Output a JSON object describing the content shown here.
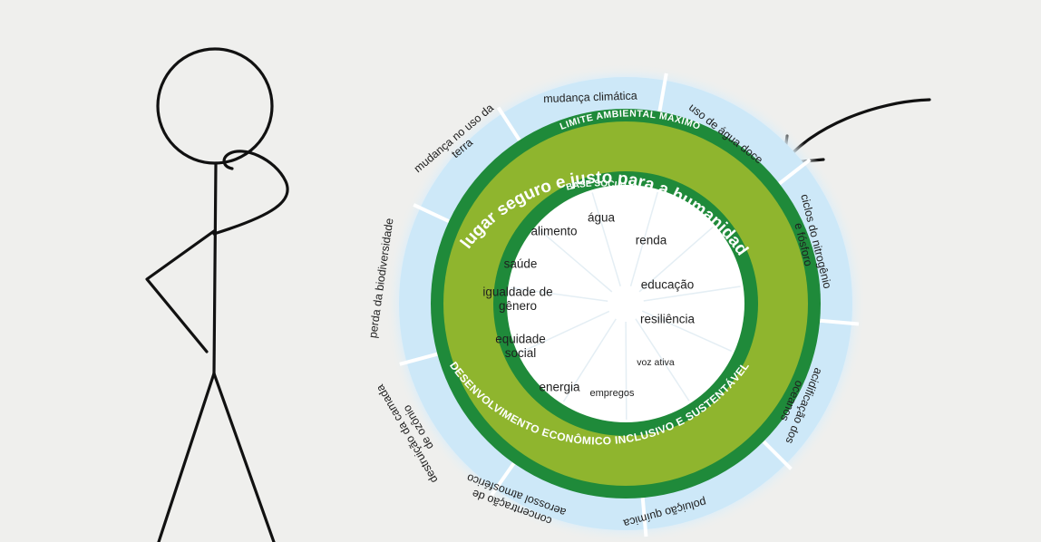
{
  "colors": {
    "background": "#efefed",
    "outer_glow": "#8ccbf0",
    "outer_ring_fill": "#cfe9f8",
    "dark_green": "#1f8a3a",
    "lime_green": "#8fb52e",
    "inner_white": "#ffffff",
    "figure_stroke": "#111111"
  },
  "diagram": {
    "ring_titles": {
      "ceiling": "LIMITE AMBIENTAL MÁXIMO",
      "safe_space": "O lugar seguro e justo para a humanidade",
      "foundation": "BASE SOCIAL",
      "economy": "DESENVOLVIMENTO ECONÔMICO INCLUSIVO E SUSTENTÁVEL"
    },
    "planetary_boundaries": [
      "mudança climática",
      "uso de água doce",
      "ciclos do nitrogênio e fósforo",
      "acidificação dos oceanos",
      "poluição química",
      "concentração de aerossol atmosférico",
      "destruição da camada de ozônio",
      "perda da biodiversidade",
      "mudança no uso da terra"
    ],
    "social_foundation": [
      "água",
      "renda",
      "educação",
      "resiliência",
      "voz ativa",
      "empregos",
      "energia",
      "equidade social",
      "igualdade de gênero",
      "saúde",
      "alimento"
    ]
  }
}
